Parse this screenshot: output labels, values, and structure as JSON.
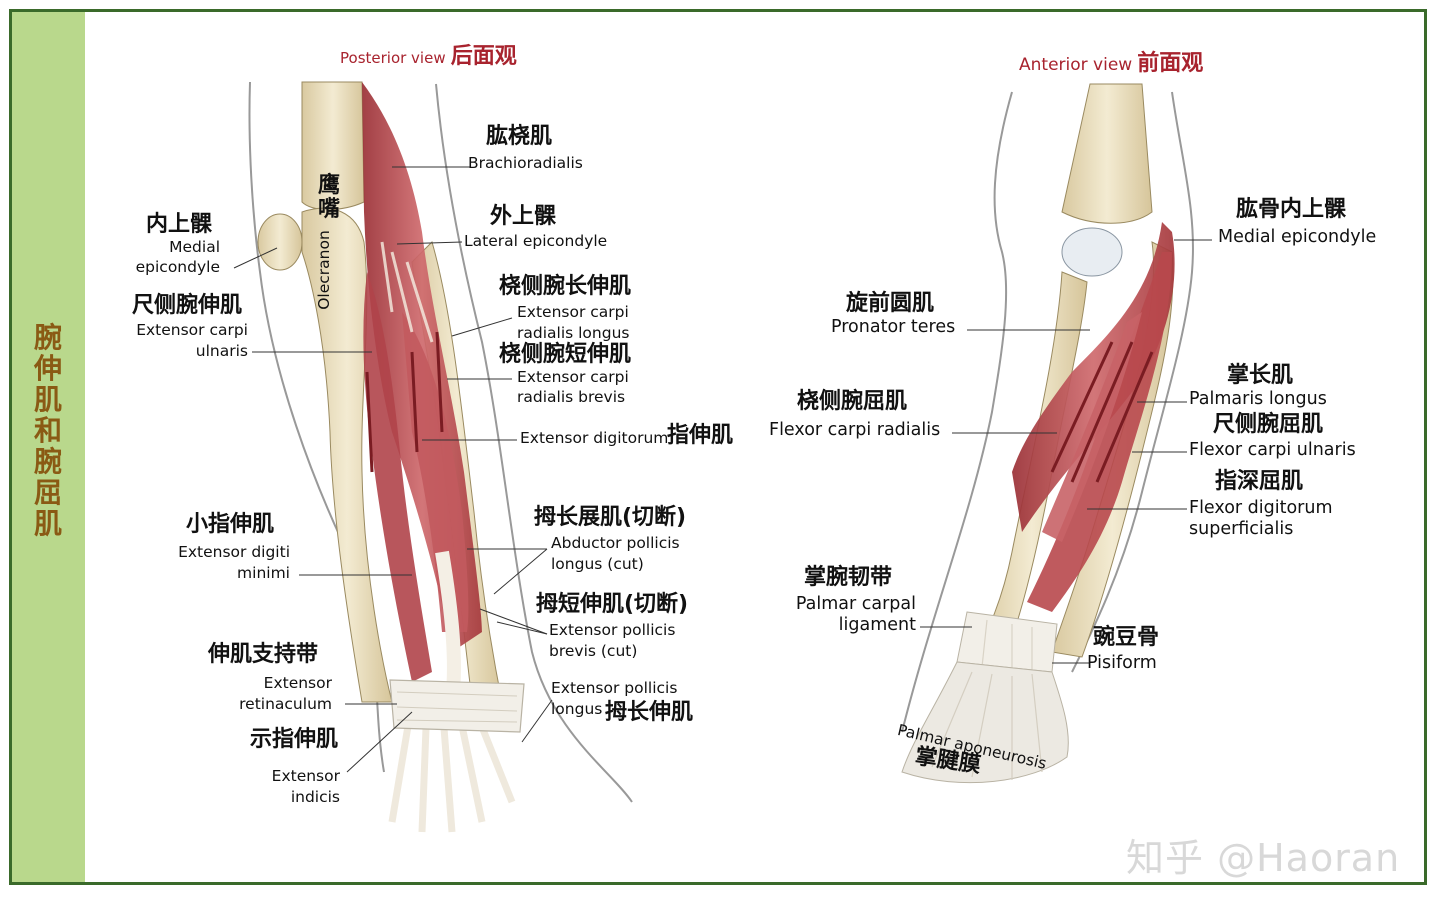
{
  "sidebar": {
    "title": "腕伸肌和腕屈肌"
  },
  "posterior": {
    "view_en": "Posterior view",
    "view_zh": "后面观",
    "olecranon_zh": "鹰嘴",
    "olecranon_en": "Olecranon",
    "brachioradialis_zh": "肱桡肌",
    "brachioradialis_en": "Brachioradialis",
    "lateral_epicondyle_zh": "外上髁",
    "lateral_epicondyle_en": "Lateral epicondyle",
    "medial_epicondyle_zh": "内上髁",
    "medial_epicondyle_en1": "Medial",
    "medial_epicondyle_en2": "epicondyle",
    "ecu_zh": "尺侧腕伸肌",
    "ecu_en1": "Extensor carpi",
    "ecu_en2": "ulnaris",
    "ecrl_zh": "桡侧腕长伸肌",
    "ecrl_en1": "Extensor carpi",
    "ecrl_en2": "radialis longus",
    "ecrb_zh": "桡侧腕短伸肌",
    "ecrb_en1": "Extensor carpi",
    "ecrb_en2": "radialis brevis",
    "ed_en": "Extensor digitorum",
    "ed_zh": "指伸肌",
    "edm_zh": "小指伸肌",
    "edm_en1": "Extensor digiti",
    "edm_en2": "minimi",
    "apl_zh": "拇长展肌(切断)",
    "apl_en1": "Abductor pollicis",
    "apl_en2": "longus (cut)",
    "epb_zh": "拇短伸肌(切断)",
    "epb_en1": "Extensor pollicis",
    "epb_en2": "brevis (cut)",
    "ret_zh": "伸肌支持带",
    "ret_en1": "Extensor",
    "ret_en2": "retinaculum",
    "epl_en1": "Extensor pollicis",
    "epl_en2": "longus",
    "epl_zh": "拇长伸肌",
    "ei_zh": "示指伸肌",
    "ei_en1": "Extensor",
    "ei_en2": "indicis"
  },
  "anterior": {
    "view_en": "Anterior view",
    "view_zh": "前面观",
    "medial_epicondyle_zh": "肱骨内上髁",
    "medial_epicondyle_en": "Medial epicondyle",
    "pronator_zh": "旋前圆肌",
    "pronator_en": "Pronator teres",
    "palmaris_zh": "掌长肌",
    "palmaris_en": "Palmaris longus",
    "fcr_zh": "桡侧腕屈肌",
    "fcr_en": "Flexor carpi radialis",
    "fcu_zh": "尺侧腕屈肌",
    "fcu_en": "Flexor carpi ulnaris",
    "fds_zh": "指深屈肌",
    "fds_en1": "Flexor digitorum",
    "fds_en2": "superficialis",
    "pcl_zh": "掌腕韧带",
    "pcl_en1": "Palmar carpal",
    "pcl_en2": "ligament",
    "pisiform_zh": "豌豆骨",
    "pisiform_en": "Pisiform",
    "apon_en": "Palmar aponeurosis",
    "apon_zh": "掌腱膜"
  },
  "watermark": "知乎 @Haoran",
  "colors": {
    "sidebar": "#b9d88c",
    "sidebar_text": "#8a5a14",
    "frame": "#3a6a2a",
    "view_label": "#a8232e",
    "bone": "#eee3c2",
    "muscle": "#b8484d",
    "tendon": "#f0ece4"
  }
}
